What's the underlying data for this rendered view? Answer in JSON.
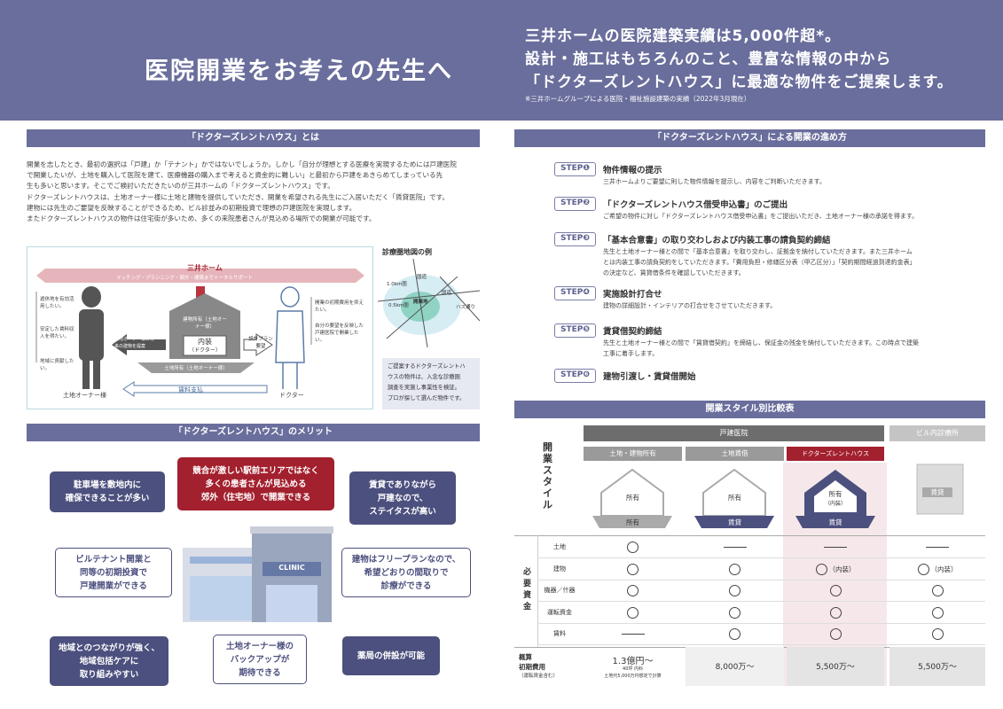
{
  "header": {
    "title": "医院開業をお考えの先生へ",
    "lines": [
      "三井ホームの医院建築実績は5,000件超*。",
      "設計・施工はもちろんのこと、豊富な情報の中から",
      "「ドクターズレントハウス」に最適な物件をご提案します。"
    ],
    "note": "※三井ホームグループによる医院・福祉施設建築の実績（2022年3月現在）"
  },
  "about": {
    "heading": "「ドクターズレントハウス」とは",
    "paragraphs": [
      "開業を志したとき、最初の選択は「戸建」か「テナント」かではないでしょうか。しかし「自分が理想とする医療を実現するためには戸建医院",
      "で開業したいが、土地を購入して医院を建て、医療機器の購入まで考えると資金的に難しい」と最初から戸建をあきらめてしまっている先",
      "生も多いと思います。そこでご検討いただきたいのが三井ホームの「ドクターズレントハウス」です。",
      "ドクターズレントハウスは、土地オーナー様に土地と建物を提供していただき、開業を希望される先生にご入居いただく「賃貸医院」です。",
      "建物には先生のご要望を反映することができるため、ビル診並みの初期投資で理想の戸建医院を実現します。",
      "またドクターズレントハウスの物件は住宅街が多いため、多くの来院患者さんが見込める場所での開業が可能です。"
    ]
  },
  "scheme": {
    "company": "三井ホーム",
    "support": "マッチング・プランニング・設計・建築までトータルサポート",
    "owner": "土地オーナー様",
    "doctor": "ドクター",
    "owner_notes": [
      "遊休地を有効活用したい。",
      "安定した賃料収入を得たい。",
      "地域に貢献したい。"
    ],
    "doctor_notes": [
      "開業の初期費用を抑えたい。",
      "自分の要望を反映した戸建医院で開業したい。"
    ],
    "building_owned": "建物所有（土地オーナー様）",
    "interior": "内装",
    "interior_sub": "（ドクター）",
    "land_owned": "土地所有（土地オーナー様）",
    "owner_box": "土地オーナー様の将来の建物を提案",
    "design_box": "設計プラン要望",
    "payment": "賃料支払"
  },
  "map": {
    "title": "診療圏地図の例",
    "labels": [
      "1.0km圏",
      "0.5km圏",
      "国道",
      "国道",
      "ハス通り",
      "開業地"
    ],
    "caption": [
      "ご提案するドクターズレントハ",
      "ウスの物件は、入念な診療圏",
      "調査を実施し事業性を検証。",
      "プロが探して選んだ物件です。"
    ]
  },
  "merits": {
    "heading": "「ドクターズレントハウス」のメリット",
    "bubbles": [
      [
        "駐車場を敷地内に",
        "確保できることが多い"
      ],
      [
        "競合が激しい駅前エリアではなく",
        "多くの患者さんが見込める",
        "郊外（住宅地）で開業できる"
      ],
      [
        "賃貸でありながら",
        "戸建なので、",
        "ステイタスが高い"
      ],
      [
        "ビルテナント開業と",
        "同等の初期投資で",
        "戸建開業ができる"
      ],
      [
        "建物はフリープランなので、",
        "希望どおりの間取りで",
        "診療ができる"
      ],
      [
        "地域とのつながりが強く、",
        "地域包括ケアに",
        "取り組みやすい"
      ],
      [
        "土地オーナー様の",
        "バックアップが",
        "期待できる"
      ],
      [
        "薬局の併設が可能"
      ]
    ],
    "clinic": "CLINIC"
  },
  "flow": {
    "heading": "「ドクターズレントハウス」による開業の進め方",
    "steps": [
      {
        "tag": "STEP❶",
        "title": "物件情報の提示",
        "desc": [
          "三井ホームよりご要望に則した物件情報を提示し、内容をご判断いただきます。"
        ]
      },
      {
        "tag": "STEP❷",
        "title": "「ドクターズレントハウス借受申込書」のご提出",
        "desc": [
          "ご希望の物件に対し「ドクターズレントハウス借受申込書」をご提出いただき、土地オーナー様の承諾を得ます。"
        ]
      },
      {
        "tag": "STEP❸",
        "title": "「基本合意書」の取り交わしおよび内装工事の請負契約締結",
        "desc": [
          "先生と土地オーナー様との間で「基本合意書」を取り交わし、証拠金を納付していただきます。また三井ホーム",
          "とは内装工事の請負契約をしていただきます。「費用負担・修繕区分表（甲乙区分）」「契約期間経過到達約金表」",
          "の決定など、賃貸借条件を確認していただきます。"
        ]
      },
      {
        "tag": "STEP❹",
        "title": "実施設計打合せ",
        "desc": [
          "建物の詳細設計・インテリアの打合せをさせていただきます。"
        ]
      },
      {
        "tag": "STEP❺",
        "title": "賃貸借契約締結",
        "desc": [
          "先生と土地オーナー様との間で「賃貸借契約」を締結し、保証金の残金を納付していただきます。この時点で建築",
          "工事に着手します。"
        ]
      },
      {
        "tag": "STEP❻",
        "title": "建物引渡し・賃貸借開始",
        "desc": []
      }
    ]
  },
  "compare": {
    "heading": "開業スタイル別比較表",
    "style_label": "開業スタイル",
    "group": "戸建医院",
    "building": "ビル内診療所",
    "cols": [
      "土地・建物所有",
      "土地賃借",
      "ドクターズレントハウス"
    ],
    "house_labels": [
      [
        "所有",
        "所有"
      ],
      [
        "所有",
        "賃貸"
      ],
      [
        "所有",
        "（内装）",
        "賃貸"
      ]
    ],
    "building_label": "賃貸",
    "funds_label": "必要資金",
    "rows": [
      "土地",
      "建物",
      "機器／什器",
      "運転資金",
      "賃料"
    ],
    "cells": [
      [
        "o",
        "-",
        "-",
        "-"
      ],
      [
        "o",
        "o",
        "o（内装）",
        "o（内装）"
      ],
      [
        "o",
        "o",
        "o",
        "o"
      ],
      [
        "o",
        "o",
        "o",
        "o"
      ],
      [
        "-",
        "o",
        "o",
        "o"
      ]
    ],
    "cost_label": [
      "概算",
      "初期費用",
      "（運転資金含む）"
    ],
    "costs": [
      "1.3億円～",
      "8,000万～",
      "5,500万～",
      "5,500万～"
    ],
    "cost_note": [
      "40坪 内科",
      "土地代5,000万円想定で計算"
    ]
  }
}
